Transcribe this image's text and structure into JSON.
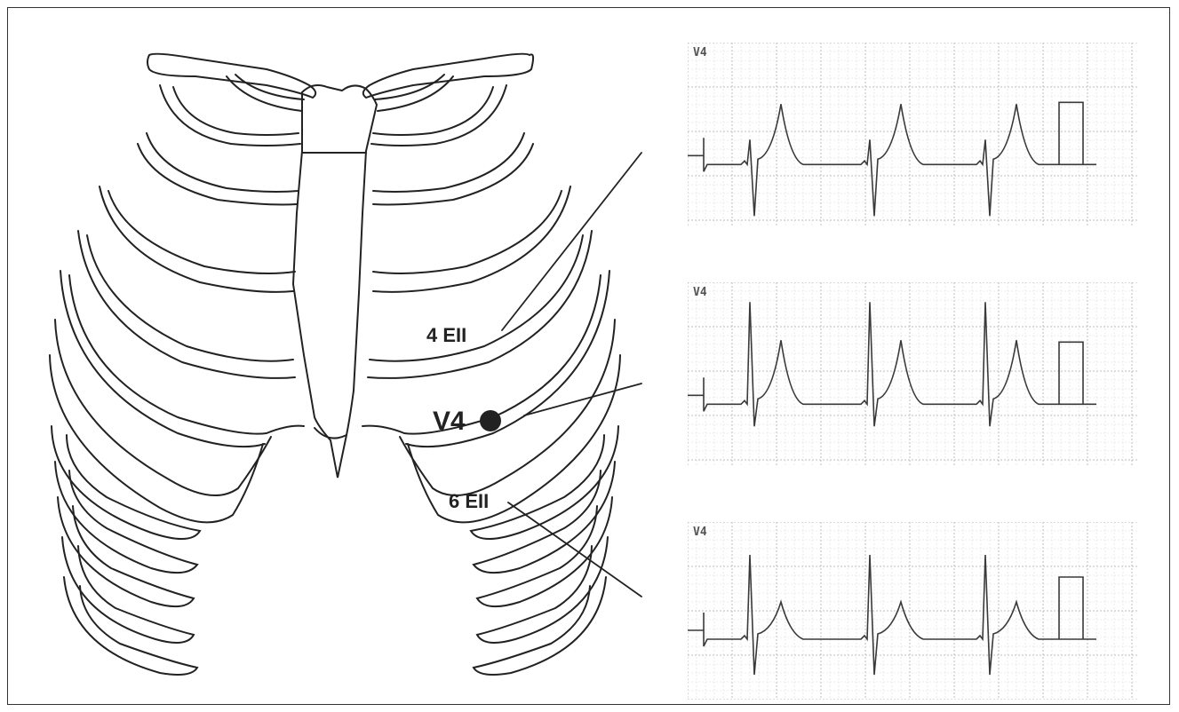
{
  "diagram": {
    "labels": {
      "intercostal_4": "4 EII",
      "electrode": "V4",
      "intercostal_6": "6 EII"
    },
    "ecg_panels": [
      {
        "lead": "V4"
      },
      {
        "lead": "V4"
      },
      {
        "lead": "V4"
      }
    ],
    "colors": {
      "line": "#222222",
      "grid_minor": "#d9d9d9",
      "grid_major": "#bdbdbd",
      "trace": "#3a3a3a"
    }
  }
}
